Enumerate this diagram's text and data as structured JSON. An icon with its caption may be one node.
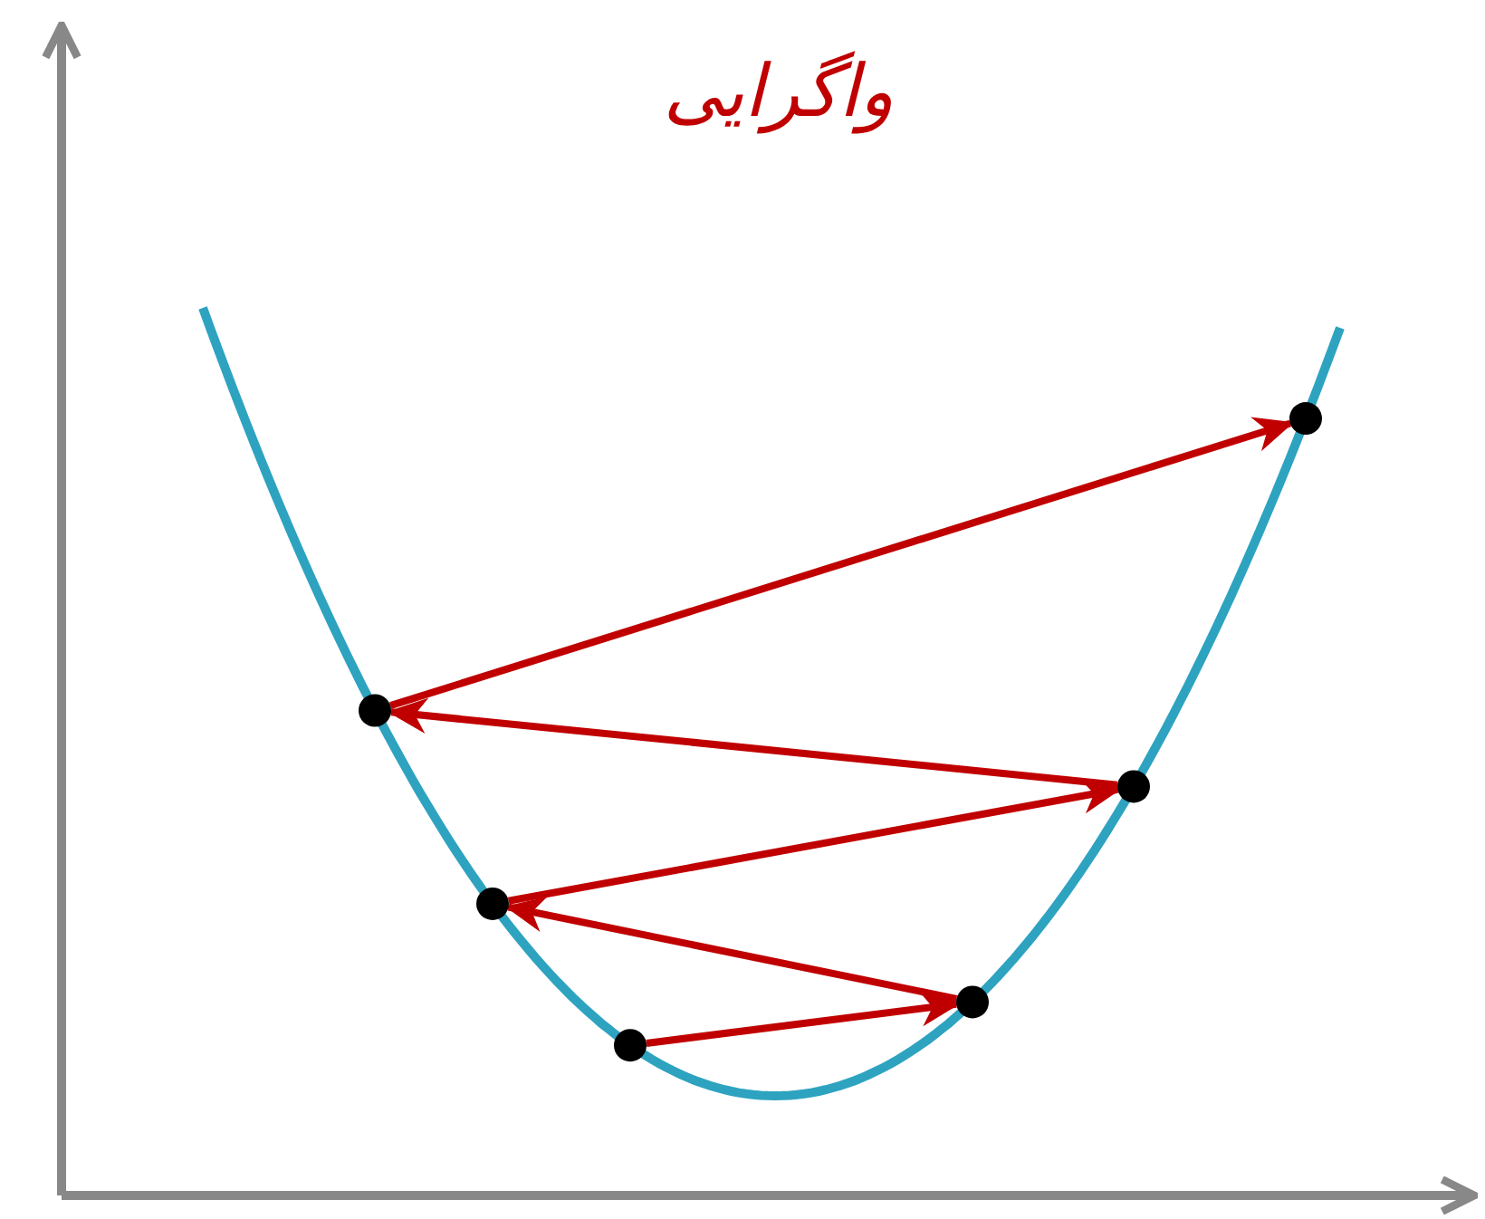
{
  "diagram": {
    "title": "واگرایی",
    "nodes": [
      {
        "text": [],
        "shape": "circle"
      },
      {
        "text": [],
        "shape": "circle"
      },
      {
        "text": [],
        "shape": "circle"
      },
      {
        "text": [],
        "shape": "circle"
      },
      {
        "text": [],
        "shape": "circle"
      },
      {
        "text": [],
        "shape": "circle"
      }
    ],
    "edges": [
      {
        "from": 2,
        "to": 3,
        "arrow": "to"
      },
      {
        "from": 3,
        "to": 1,
        "arrow": "to"
      },
      {
        "from": 1,
        "to": 4,
        "arrow": "to"
      },
      {
        "from": 4,
        "to": 0,
        "arrow": "to"
      },
      {
        "from": 0,
        "to": 5,
        "arrow": "to"
      }
    ]
  }
}
